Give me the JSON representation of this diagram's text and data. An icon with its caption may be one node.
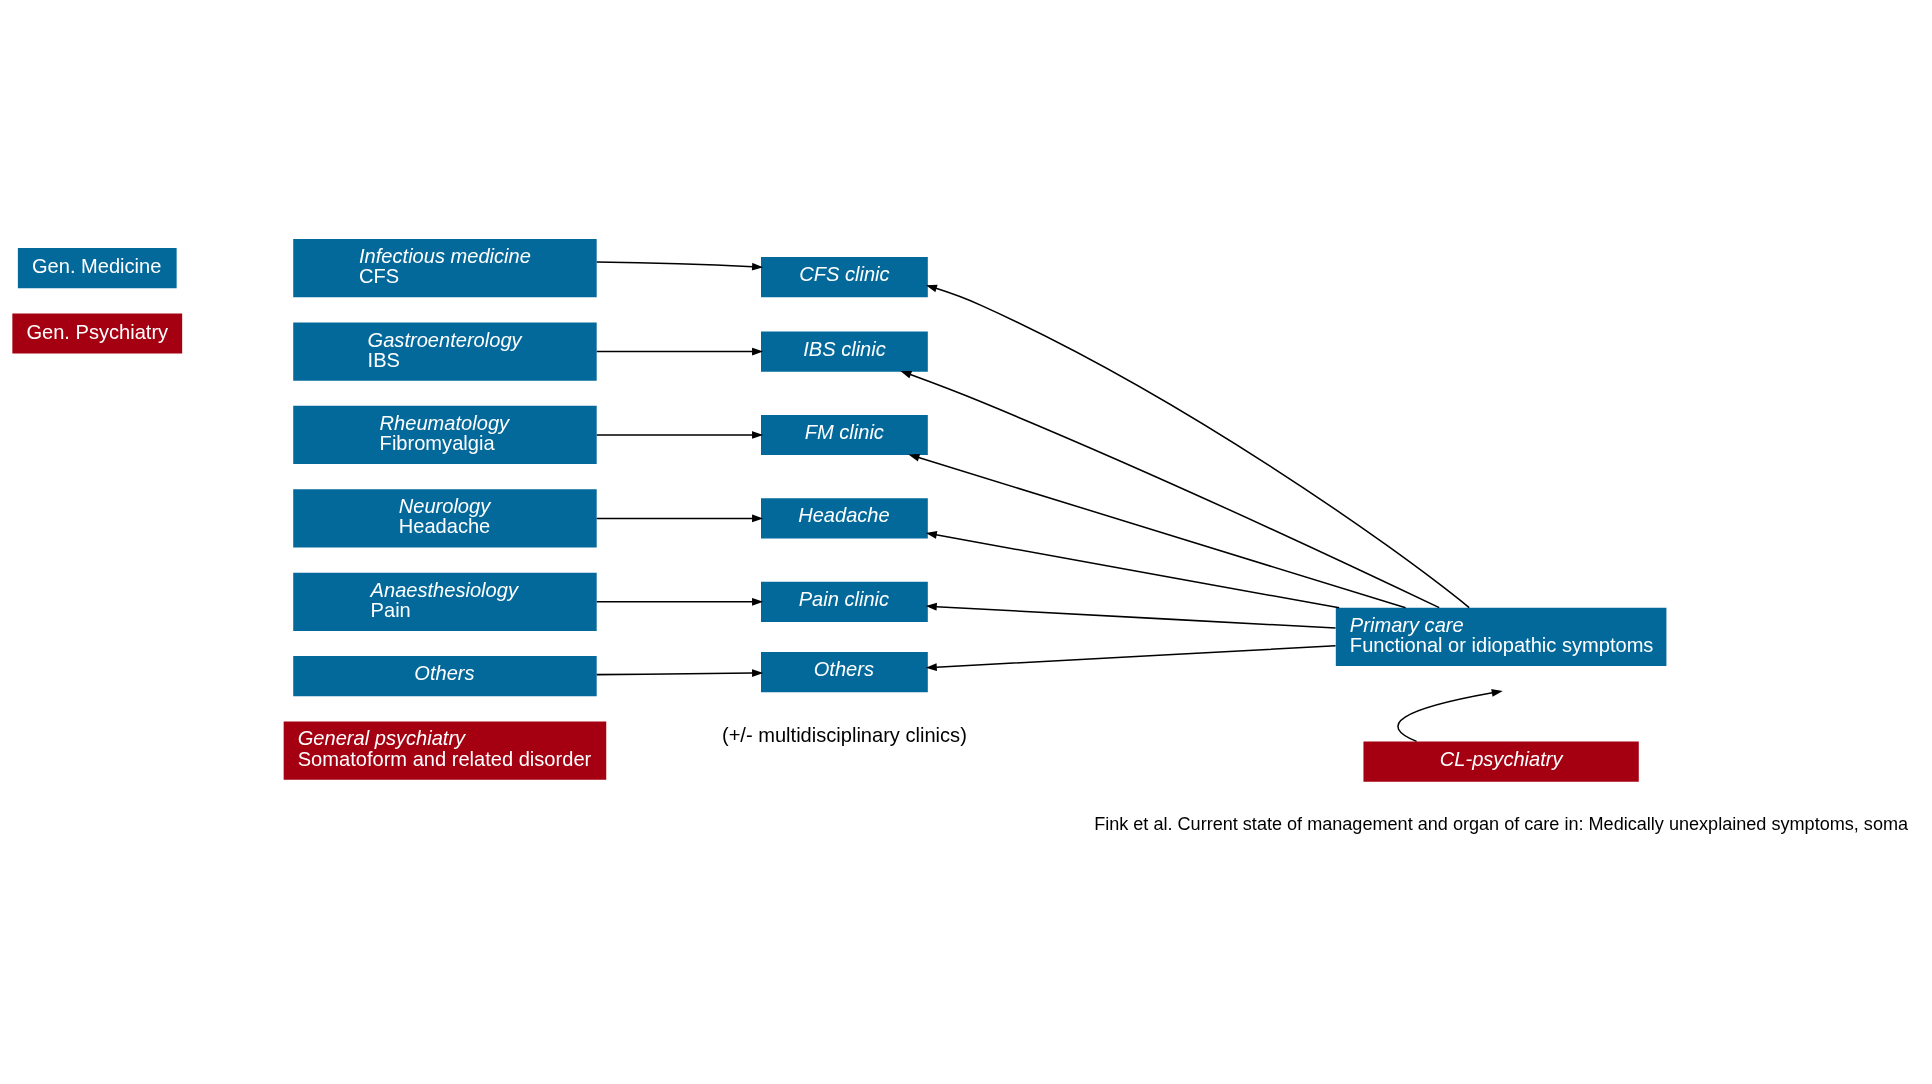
{
  "diagram": {
    "nodes": [
      {
        "text": [
          "Gen. Medicine"
        ]
      },
      {
        "text": [
          "Infectious medicine",
          "CFS"
        ]
      },
      {
        "text": [
          "Gastroenterology",
          "IBS"
        ]
      },
      {
        "text": [
          "Rheumatology",
          "Fibromyalgia"
        ]
      },
      {
        "text": [
          "Neurology",
          "Headache"
        ]
      },
      {
        "text": [
          "Anaesthesiology",
          "Pain"
        ]
      },
      {
        "text": [
          "Others"
        ]
      },
      {
        "text": [
          "CFS clinic"
        ]
      },
      {
        "text": [
          "IBS clinic"
        ]
      },
      {
        "text": [
          "FM clinic"
        ]
      },
      {
        "text": [
          "Headache"
        ]
      },
      {
        "text": [
          "Pain clinic"
        ]
      },
      {
        "text": [
          "Others"
        ]
      },
      {
        "text": [
          "Primary care",
          "Functional or idiopathic symptoms"
        ]
      },
      {
        "text": [
          "Gen. Psychiatry"
        ]
      },
      {
        "text": [
          "General psychiatry",
          "Somatoform and related disorder"
        ]
      },
      {
        "text": [
          "CL-psychiatry"
        ]
      }
    ],
    "edges": [
      {
        "from": 1,
        "to": 7,
        "arrow": "to"
      },
      {
        "from": 2,
        "to": 8,
        "arrow": "to"
      },
      {
        "from": 3,
        "to": 9,
        "arrow": "to"
      },
      {
        "from": 4,
        "to": 10,
        "arrow": "to"
      },
      {
        "from": 5,
        "to": 11,
        "arrow": "to"
      },
      {
        "from": 6,
        "to": 12,
        "arrow": "to"
      },
      {
        "from": 13,
        "to": 7,
        "arrow": "to"
      },
      {
        "from": 13,
        "to": 8,
        "arrow": "to"
      },
      {
        "from": 13,
        "to": 9,
        "arrow": "to"
      },
      {
        "from": 13,
        "to": 10,
        "arrow": "to"
      },
      {
        "from": 13,
        "to": 11,
        "arrow": "to"
      },
      {
        "from": 13,
        "to": 12,
        "arrow": "to"
      },
      {
        "from": 16,
        "to": null,
        "arrow": "to"
      }
    ],
    "labels": [
      "(+/- multidisciplinary clinics)",
      "Fink et al. Current state of management and organ of care in: Medically unexplained symptoms, soma"
    ]
  }
}
